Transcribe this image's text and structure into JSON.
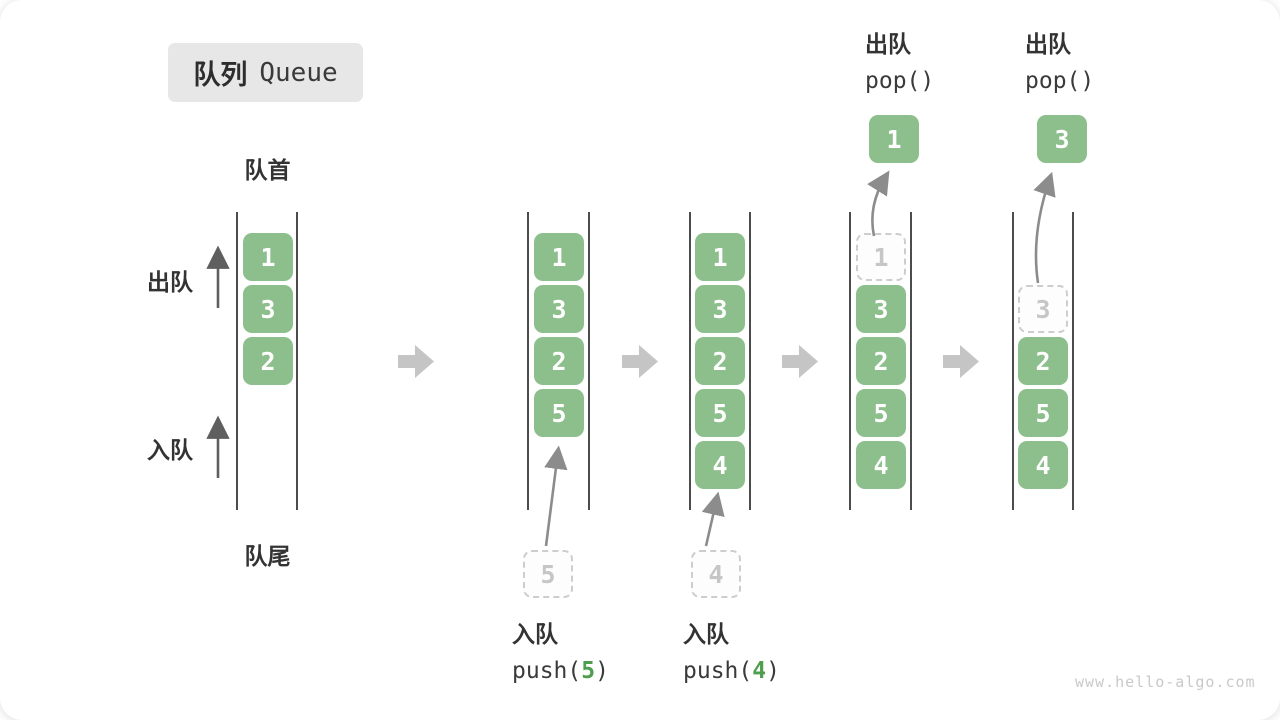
{
  "title": {
    "zh": "队列",
    "en": "Queue"
  },
  "side_labels": {
    "front": "队首",
    "rear": "队尾",
    "dequeue": "出队",
    "enqueue": "入队"
  },
  "chart_type": "queue-operation-diagram",
  "states": [
    {
      "cells": [
        "1",
        "3",
        "2"
      ]
    },
    {
      "cells": [
        "1",
        "3",
        "2",
        "5"
      ]
    },
    {
      "cells": [
        "1",
        "3",
        "2",
        "5",
        "4"
      ]
    },
    {
      "ghost": "1",
      "cells": [
        "3",
        "2",
        "5",
        "4"
      ]
    },
    {
      "ghost": "3",
      "cells": [
        "2",
        "5",
        "4"
      ]
    }
  ],
  "operations": {
    "push5": {
      "verb": "入队",
      "fn_open": "push(",
      "arg": "5",
      "fn_close": ")",
      "ghost_value": "5"
    },
    "push4": {
      "verb": "入队",
      "fn_open": "push(",
      "arg": "4",
      "fn_close": ")",
      "ghost_value": "4"
    },
    "pop1": {
      "verb": "出队",
      "fn": "pop()",
      "popped_value": "1"
    },
    "pop2": {
      "verb": "出队",
      "fn": "pop()",
      "popped_value": "3"
    }
  },
  "colors": {
    "cell_green": "#8cbf8c",
    "arg_green": "#4f9e4f",
    "ghost_grey": "#cdcdcd",
    "block_arrow_grey": "#c5c5c5",
    "thin_arrow_dark": "#5f5f5f",
    "thin_arrow_light": "#8c8c8c",
    "container_line": "#4c4c4c",
    "badge_bg": "#e7e7e7",
    "text_dark": "#333333"
  },
  "watermark": "www.hello-algo.com"
}
